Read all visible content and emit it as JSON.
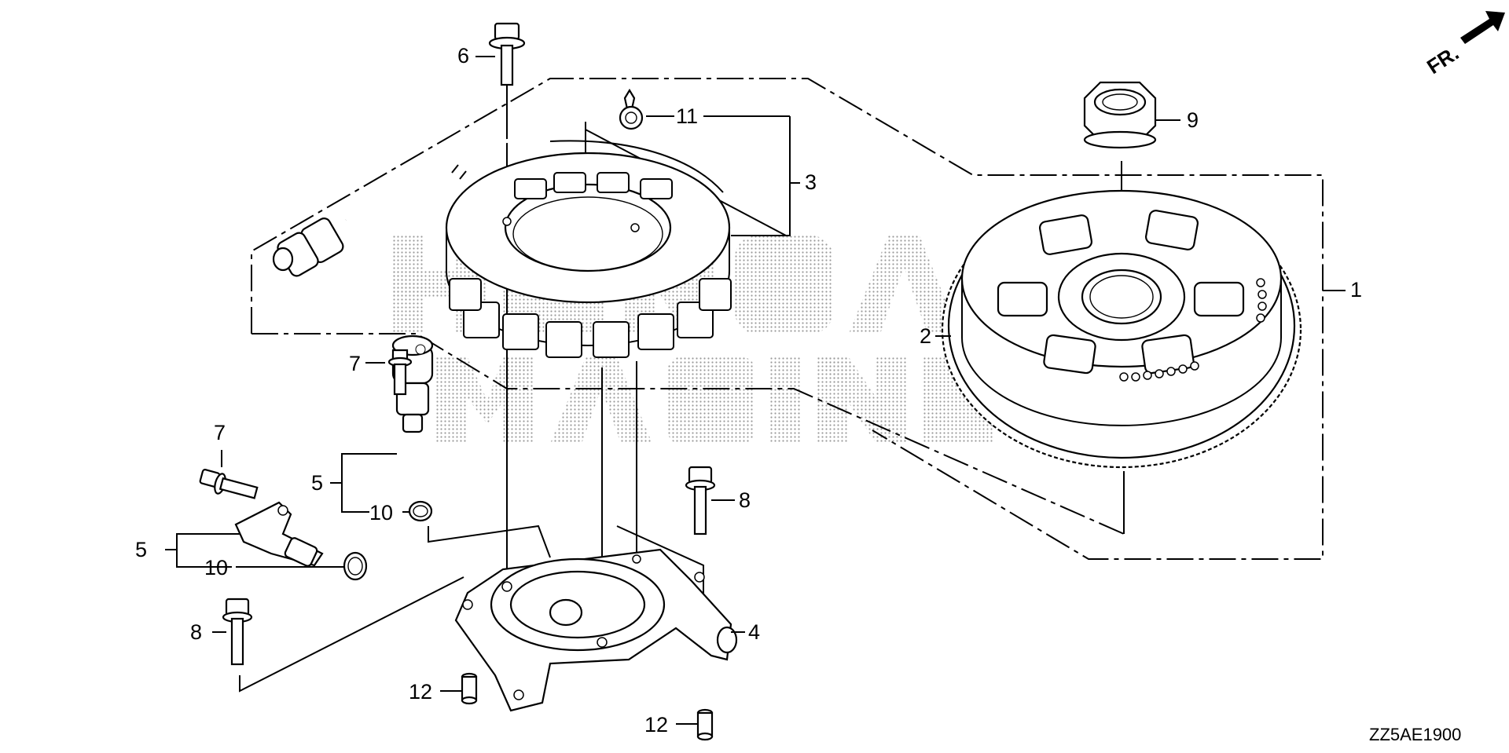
{
  "watermark": {
    "line1": "HONDA",
    "line2": "MARINE"
  },
  "orientation": {
    "label": "FR."
  },
  "diagram_code": "ZZ5AE1900",
  "callouts": {
    "c1": "1",
    "c2": "2",
    "c3": "3",
    "c4": "4",
    "c5a": "5",
    "c5b": "5",
    "c6": "6",
    "c7a": "7",
    "c7b": "7",
    "c8a": "8",
    "c8b": "8",
    "c9": "9",
    "c10a": "10",
    "c10b": "10",
    "c11": "11",
    "c12a": "12",
    "c12b": "12"
  }
}
